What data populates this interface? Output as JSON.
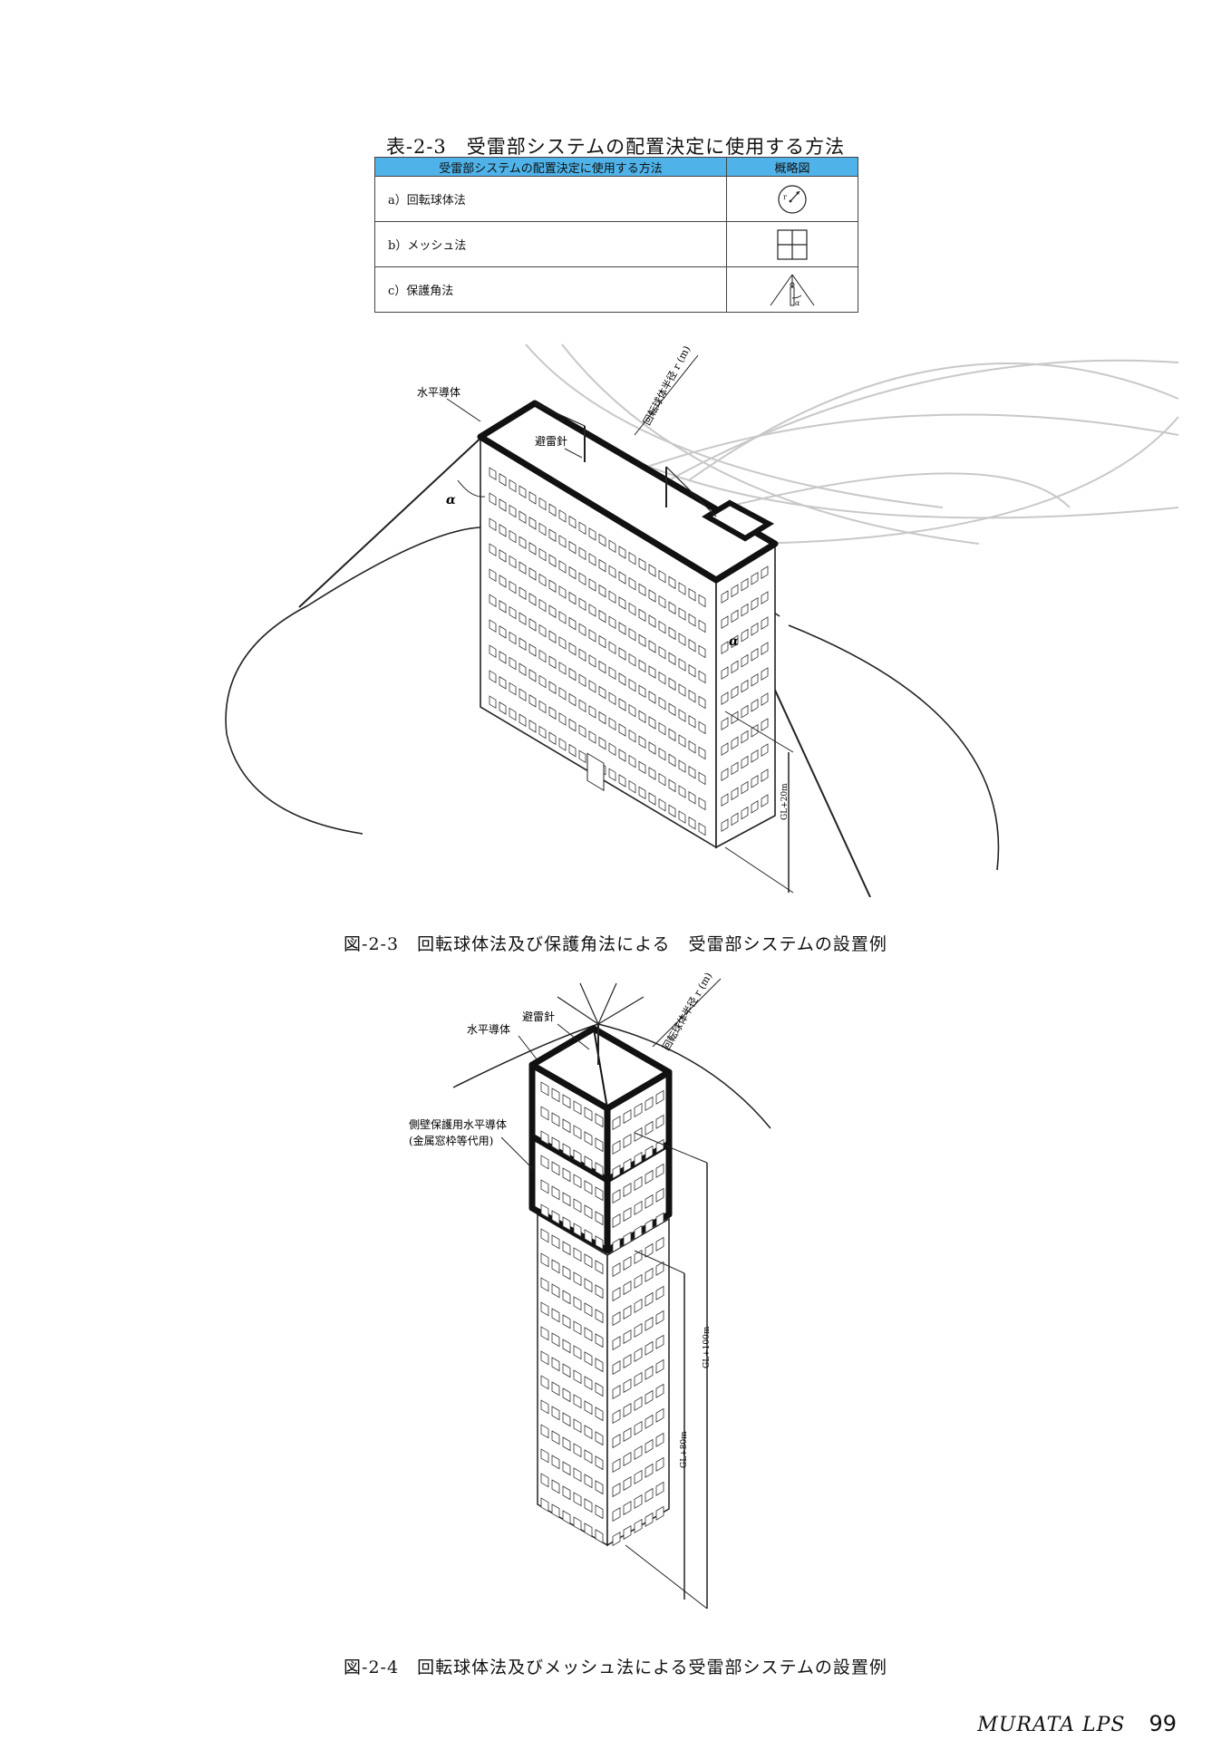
{
  "table": {
    "caption": "表-2-3　受雷部システムの配置決定に使用する方法",
    "header_method": "受雷部システムの配置決定に使用する方法",
    "header_figure": "概略図",
    "rows": [
      {
        "method": "a）回転球体法",
        "icon": "rolling-sphere-icon",
        "symbol": "r"
      },
      {
        "method": "b）メッシュ法",
        "icon": "mesh-grid-icon"
      },
      {
        "method": "c）保護角法",
        "icon": "protection-angle-icon",
        "symbol": "α"
      }
    ],
    "header_color": "#4fb3ea"
  },
  "figure3": {
    "caption": "図-2-3　回転球体法及び保護角法による　受雷部システムの設置例",
    "labels": {
      "horizontal_conductor": "水平導体",
      "lightning_rod": "避雷針",
      "sphere_radius": "回転球体半径 r (m)",
      "alpha_left": "α",
      "alpha_right": "α",
      "height": "GL+20m"
    }
  },
  "figure4": {
    "caption": "図-2-4　回転球体法及びメッシュ法による受雷部システムの設置例",
    "labels": {
      "lightning_rod": "避雷針",
      "horizontal_conductor": "水平導体",
      "sphere_radius": "回転球体半径 r (m)",
      "side_wall_line1": "側壁保護用水平導体",
      "side_wall_line2": "(金属窓枠等代用)",
      "height_80": "GL+80m",
      "height_100": "GL+100m"
    }
  },
  "footer": {
    "brand": "MURATA LPS",
    "page": "99"
  }
}
